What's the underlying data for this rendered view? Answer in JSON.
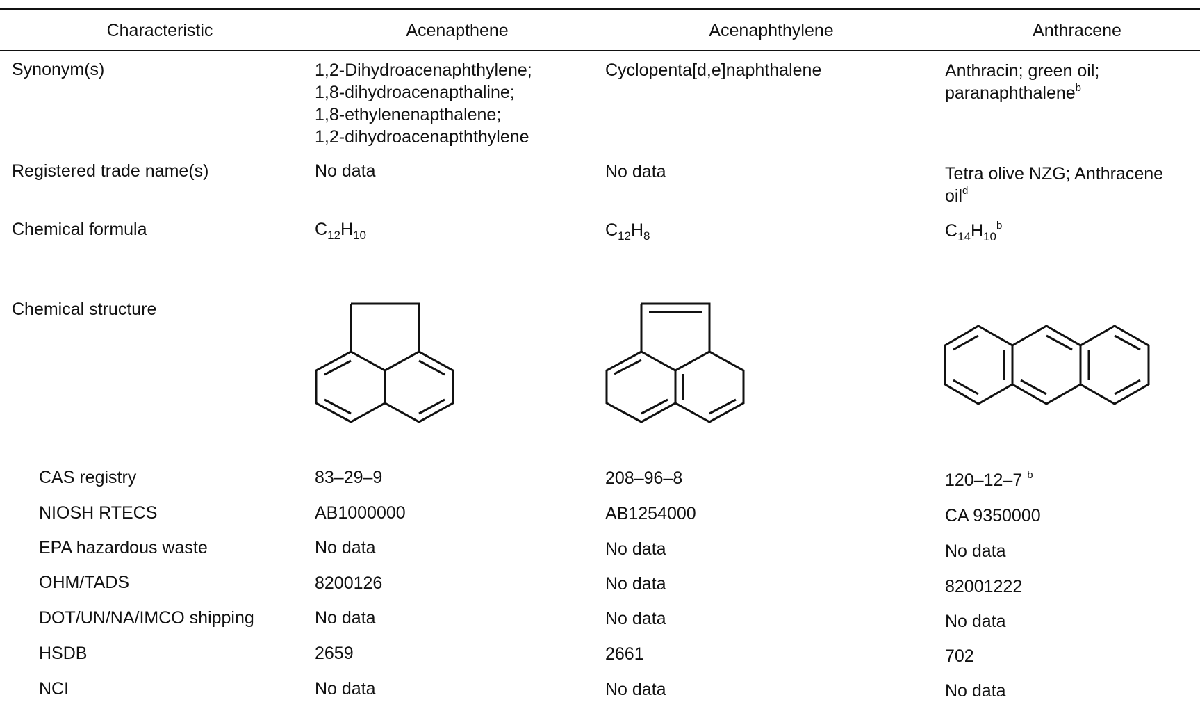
{
  "table": {
    "headers": [
      "Characteristic",
      "Acenapthene",
      "Acenaphthylene",
      "Anthracene"
    ],
    "synonyms": {
      "label": "Synonym(s)",
      "acenapthene": [
        "1,2-Dihydroacenaphthylene;",
        "1,8-dihydroacenapthaline;",
        "1,8-ethylenenapthalene;",
        "1,2-dihydroacenapththylene"
      ],
      "acenaphthylene": "Cyclopenta[d,e]naphthalene",
      "anthracene_line1": "Anthracin; green oil;",
      "anthracene_line2": "paranaphthalene",
      "anthracene_sup": "b"
    },
    "trade_names": {
      "label": "Registered trade name(s)",
      "acenapthene": "No data",
      "acenaphthylene": "No data",
      "anthracene_line1": "Tetra olive NZG; Anthracene",
      "anthracene_line2": "oil",
      "anthracene_sup": "d"
    },
    "formula": {
      "label": "Chemical formula",
      "acenapthene": {
        "c": "C",
        "c_n": "12",
        "h": "H",
        "h_n": "10"
      },
      "acenaphthylene": {
        "c": "C",
        "c_n": "12",
        "h": "H",
        "h_n": "8"
      },
      "anthracene": {
        "c": "C",
        "c_n": "14",
        "h": "H",
        "h_n": "10",
        "sup": "b"
      }
    },
    "structure": {
      "label": "Chemical structure",
      "acenapthene": "acenaphthene-structure",
      "acenaphthylene": "acenaphthylene-structure",
      "anthracene": "anthracene-structure"
    },
    "identifiers": [
      {
        "label": "CAS registry",
        "acenapthene": "83–29–9",
        "acenaphthylene": "208–96–8",
        "anthracene": "120–12–7",
        "anthracene_sup": "b"
      },
      {
        "label": "NIOSH RTECS",
        "acenapthene": "AB1000000",
        "acenaphthylene": "AB1254000",
        "anthracene": "CA 9350000"
      },
      {
        "label": "EPA hazardous waste",
        "acenapthene": "No data",
        "acenaphthylene": "No data",
        "anthracene": "No data"
      },
      {
        "label": "OHM/TADS",
        "acenapthene": "8200126",
        "acenaphthylene": "No data",
        "anthracene": "82001222"
      },
      {
        "label": "DOT/UN/NA/IMCO shipping",
        "acenapthene": "No data",
        "acenaphthylene": "No data",
        "anthracene": "No data"
      },
      {
        "label": "HSDB",
        "acenapthene": "2659",
        "acenaphthylene": "2661",
        "anthracene": "702"
      },
      {
        "label": "NCI",
        "acenapthene": "No data",
        "acenaphthylene": "No data",
        "anthracene": "No data"
      }
    ]
  }
}
